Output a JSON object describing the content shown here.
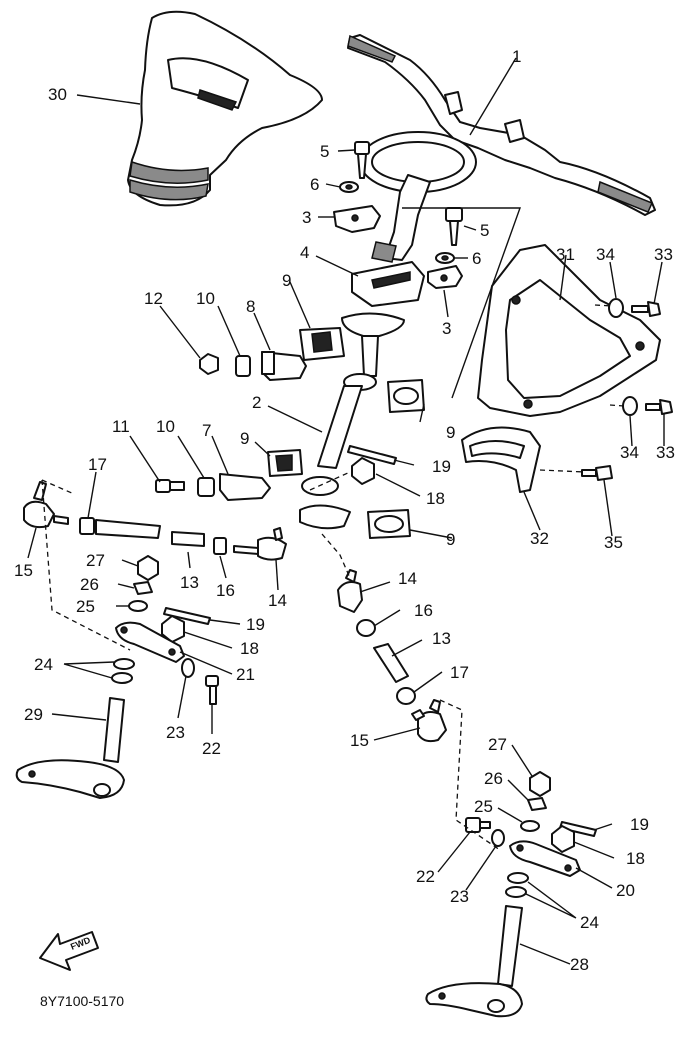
{
  "callouts": {
    "c1": "1",
    "c2": "2",
    "c3a": "3",
    "c3b": "3",
    "c4": "4",
    "c5a": "5",
    "c5b": "5",
    "c6a": "6",
    "c6b": "6",
    "c7": "7",
    "c8": "8",
    "c9a": "9",
    "c9b": "9",
    "c9c": "9",
    "c9d": "9",
    "c10a": "10",
    "c10b": "10",
    "c11": "11",
    "c12": "12",
    "c13a": "13",
    "c13b": "13",
    "c14a": "14",
    "c14b": "14",
    "c15a": "15",
    "c15b": "15",
    "c16a": "16",
    "c16b": "16",
    "c17a": "17",
    "c17b": "17",
    "c18a": "18",
    "c18b": "18",
    "c18c": "18",
    "c19a": "19",
    "c19b": "19",
    "c19c": "19",
    "c20": "20",
    "c21": "21",
    "c22a": "22",
    "c22b": "22",
    "c23a": "23",
    "c23b": "23",
    "c24a": "24",
    "c24b": "24",
    "c25a": "25",
    "c25b": "25",
    "c26a": "26",
    "c26b": "26",
    "c27a": "27",
    "c27b": "27",
    "c28": "28",
    "c29": "29",
    "c30": "30",
    "c31": "31",
    "c32": "32",
    "c33a": "33",
    "c33b": "33",
    "c34a": "34",
    "c34b": "34",
    "c35": "35"
  },
  "forward_arrow_label": "FWD",
  "diagram_code": "8Y7100-5170"
}
